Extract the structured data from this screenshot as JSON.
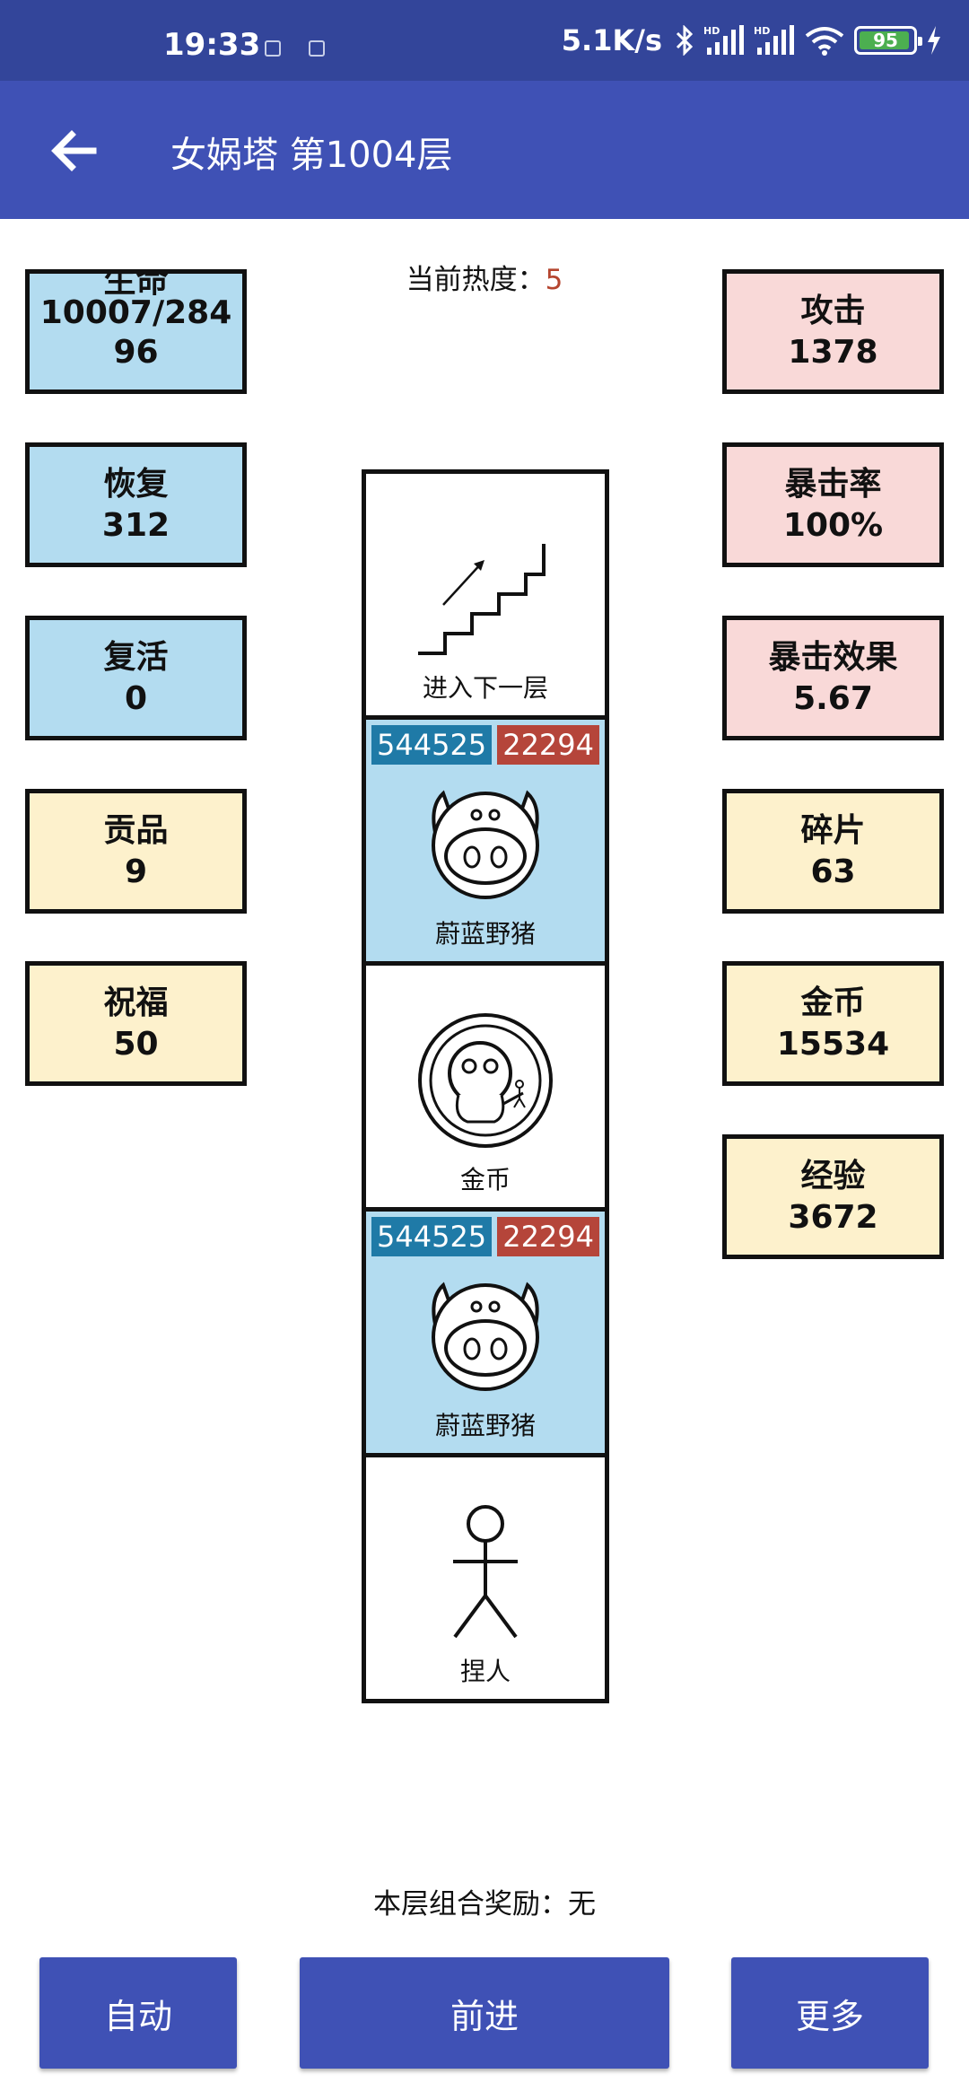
{
  "status_bar": {
    "time": "19:33",
    "network_speed": "5.1K/s",
    "battery_level": "95",
    "battery_fraction": 0.95,
    "icons": [
      "notification-icon",
      "notification-icon",
      "bluetooth-icon",
      "hd-signal-icon",
      "hd-signal-icon",
      "wifi-icon",
      "battery-icon",
      "charging-icon"
    ]
  },
  "app_bar": {
    "title": "女娲塔 第1004层",
    "back_icon": "arrow-left-icon"
  },
  "heat": {
    "label": "当前热度：",
    "value": "5"
  },
  "left_stats": [
    {
      "label": "生命",
      "value": "10007/28496",
      "color": "#b3dcf0"
    },
    {
      "label": "恢复",
      "value": "312",
      "color": "#b3dcf0"
    },
    {
      "label": "复活",
      "value": "0",
      "color": "#b3dcf0"
    },
    {
      "label": "贡品",
      "value": "9",
      "color": "#fdf1cc"
    },
    {
      "label": "祝福",
      "value": "50",
      "color": "#fdf1cc"
    }
  ],
  "right_stats": [
    {
      "label": "攻击",
      "value": "1378",
      "color": "#f9d9d8"
    },
    {
      "label": "暴击率",
      "value": "100%",
      "color": "#f9d9d8"
    },
    {
      "label": "暴击效果",
      "value": "5.67",
      "color": "#f9d9d8"
    },
    {
      "label": "碎片",
      "value": "63",
      "color": "#fdf1cc"
    },
    {
      "label": "金币",
      "value": "15534",
      "color": "#fdf1cc"
    },
    {
      "label": "经验",
      "value": "3672",
      "color": "#fdf1cc"
    }
  ],
  "tower_cells": [
    {
      "type": "stairs",
      "label": "进入下一层",
      "icon": "stairs-icon"
    },
    {
      "type": "monster",
      "label": "蔚蓝野猪",
      "hp": "544525",
      "attack": "22294",
      "icon": "boar-icon"
    },
    {
      "type": "coin",
      "label": "金币",
      "icon": "coin-icon"
    },
    {
      "type": "monster",
      "label": "蔚蓝野猪",
      "hp": "544525",
      "attack": "22294",
      "icon": "boar-icon"
    },
    {
      "type": "player",
      "label": "捏人",
      "icon": "stick-figure-icon"
    }
  ],
  "combo_reward": {
    "label": "本层组合奖励：",
    "value": "无"
  },
  "buttons": {
    "auto": "自动",
    "forward": "前进",
    "more": "更多"
  },
  "colors": {
    "status_bar": "#33459a",
    "app_bar": "#3f51b5",
    "stat_blue": "#b3dcf0",
    "stat_pink": "#f9d9d8",
    "stat_yellow": "#fdf1cc",
    "hp_badge": "#1f7aa7",
    "attack_badge": "#b5453a",
    "heat_value": "#b5452f"
  }
}
